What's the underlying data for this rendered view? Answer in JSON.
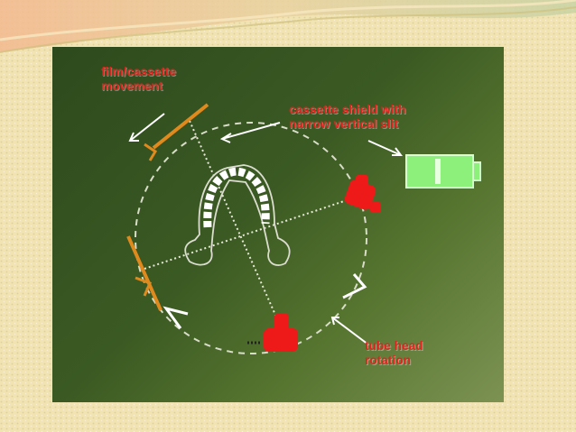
{
  "slide": {
    "background_color": "#f1e3b2",
    "panel_color": "#3b5a23"
  },
  "labels": {
    "film_movement": "film/cassette\nmovement",
    "cassette_shield": "cassette shield with\nnarrow vertical slit",
    "tube_rotation": "tube head\nrotation"
  },
  "colors": {
    "label": "#e0231f",
    "film": "#e08a1e",
    "tube_head": "#ee1a1a",
    "path": "#d8dcc8",
    "battery": "#8cf07a"
  },
  "icons": {
    "tube_head": "x-ray-tube-head-icon",
    "film": "film-cassette-icon",
    "battery": "battery-icon",
    "arch": "dental-arch-icon"
  }
}
